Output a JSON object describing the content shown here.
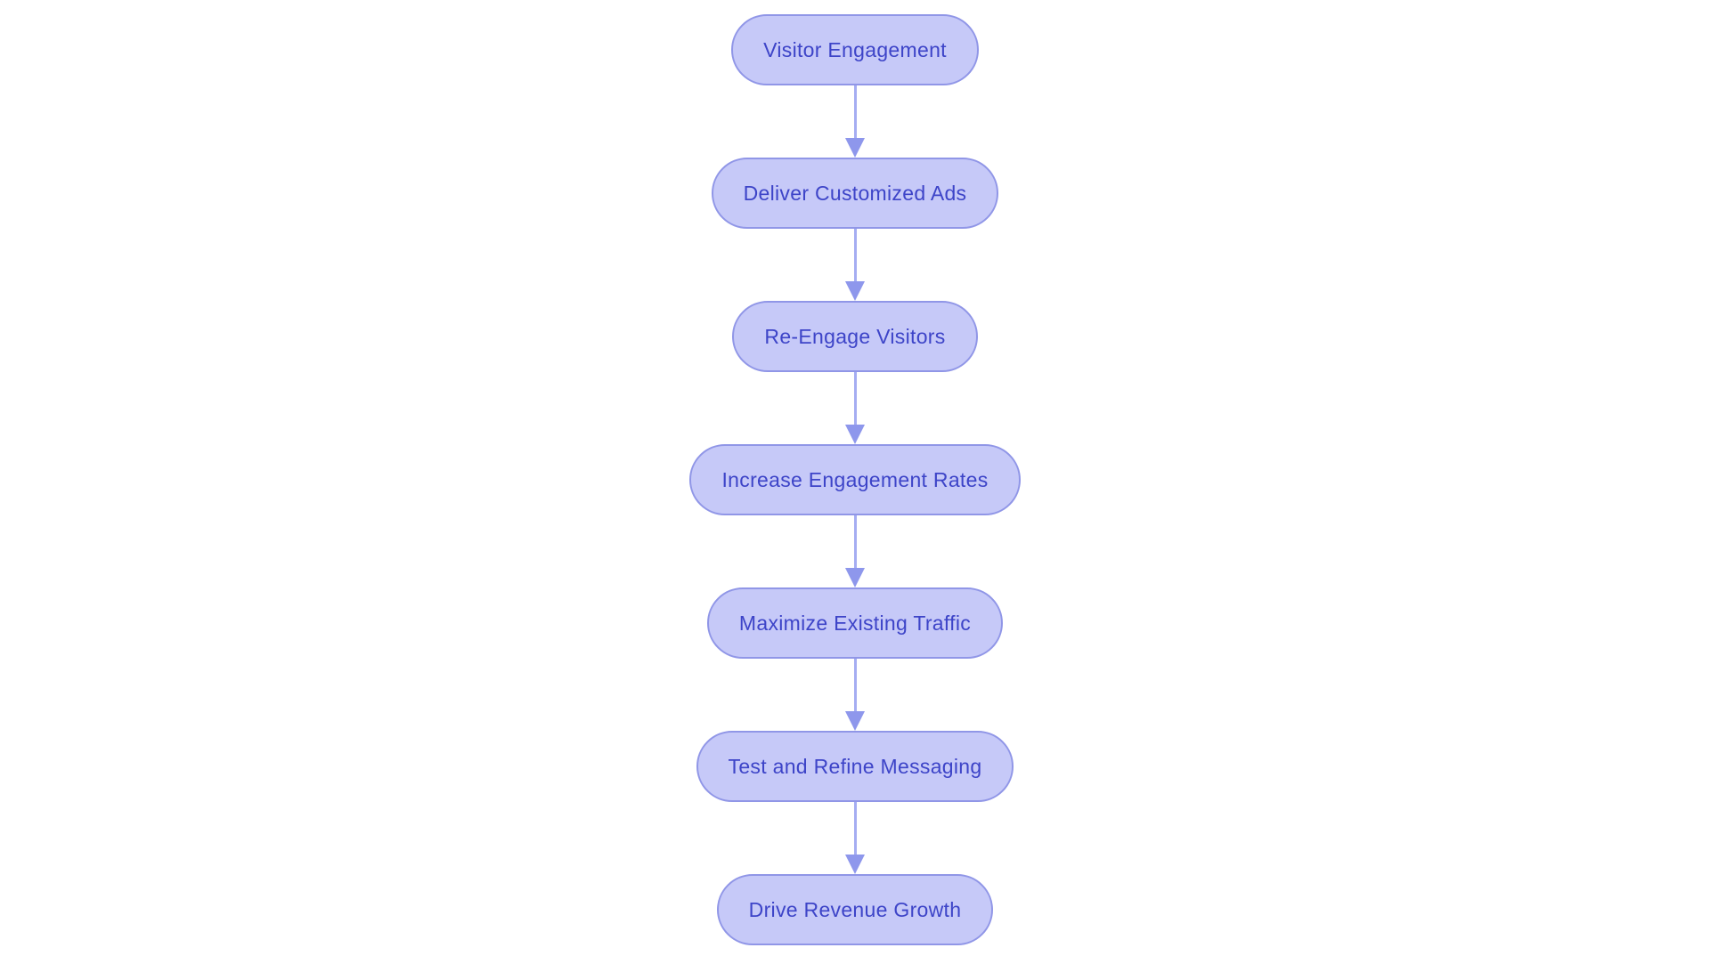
{
  "colors": {
    "background": "#ffffff",
    "node_fill": "#c6c9f8",
    "node_border": "#9096e7",
    "node_text": "#3d44c8",
    "arrow_line": "#a5adf2",
    "arrow_head": "#8e97ec"
  },
  "flowchart": {
    "type": "vertical-flow",
    "direction": "top-down",
    "nodes": [
      {
        "label": "Visitor Engagement"
      },
      {
        "label": "Deliver Customized Ads"
      },
      {
        "label": "Re-Engage Visitors"
      },
      {
        "label": "Increase Engagement Rates"
      },
      {
        "label": "Maximize Existing Traffic"
      },
      {
        "label": "Test and Refine Messaging"
      },
      {
        "label": "Drive Revenue Growth"
      }
    ],
    "edges": [
      {
        "from": "Visitor Engagement",
        "to": "Deliver Customized Ads"
      },
      {
        "from": "Deliver Customized Ads",
        "to": "Re-Engage Visitors"
      },
      {
        "from": "Re-Engage Visitors",
        "to": "Increase Engagement Rates"
      },
      {
        "from": "Increase Engagement Rates",
        "to": "Maximize Existing Traffic"
      },
      {
        "from": "Maximize Existing Traffic",
        "to": "Test and Refine Messaging"
      },
      {
        "from": "Test and Refine Messaging",
        "to": "Drive Revenue Growth"
      }
    ]
  }
}
